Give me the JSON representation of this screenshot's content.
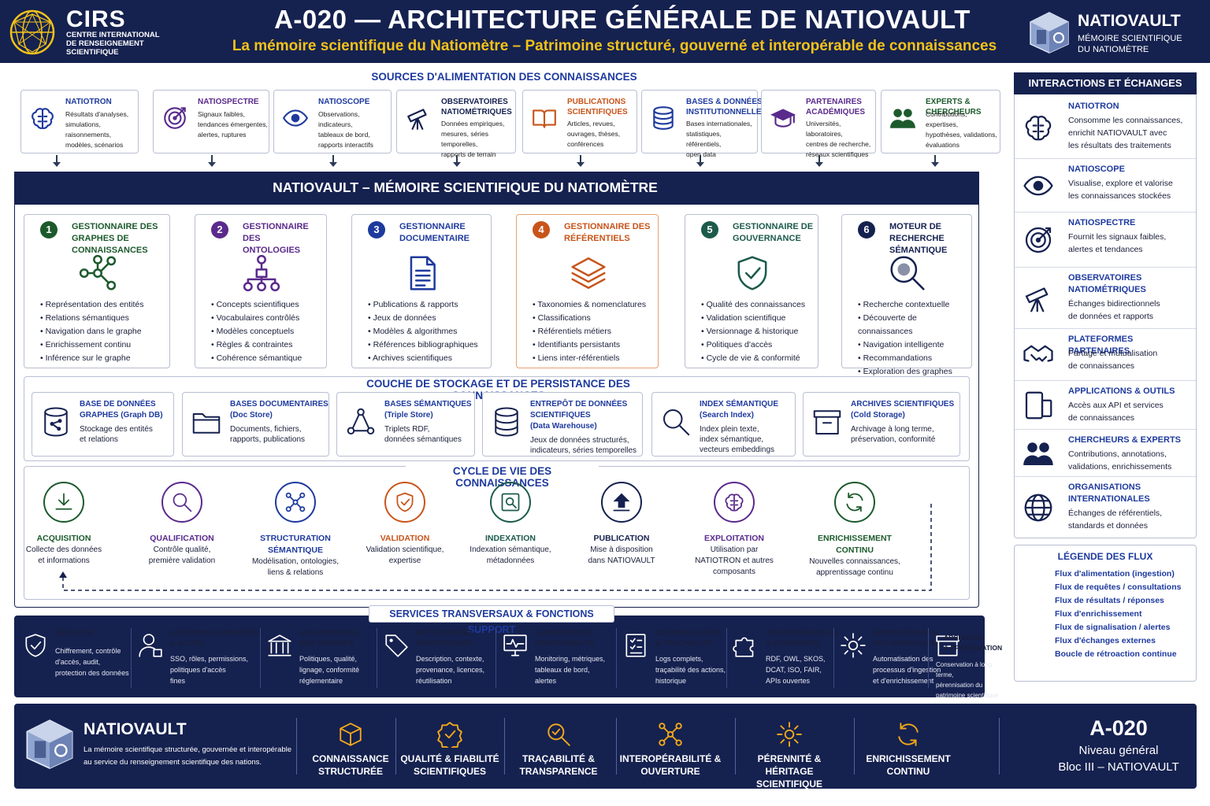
{
  "header": {
    "org_name": "CIRS",
    "org_subtitle_1": "CENTRE INTERNATIONAL",
    "org_subtitle_2": "DE RENSEIGNEMENT",
    "org_subtitle_3": "SCIENTIFIQUE",
    "title": "A-020 — ARCHITECTURE GÉNÉRALE DE NATIOVAULT",
    "subtitle": "La mémoire scientifique du Natiomètre – Patrimoine structuré, gouverné et interopérable de connaissances",
    "brand_name": "NATIOVAULT",
    "brand_sub_1": "MÉMOIRE SCIENTIFIQUE",
    "brand_sub_2": "DU NATIOMÈTRE"
  },
  "sources": {
    "title": "SOURCES D'ALIMENTATION DES CONNAISSANCES",
    "items": [
      {
        "title_1": "NATIOTRON",
        "title_2": "",
        "desc_1": "Résultats d'analyses,",
        "desc_2": "simulations, raisonnements,",
        "desc_3": "modèles, scénarios",
        "desc_4": "",
        "icon": "brain-icon"
      },
      {
        "title_1": "NATIOSPECTRE",
        "title_2": "",
        "desc_1": "Signaux faibles,",
        "desc_2": "tendances émergentes,",
        "desc_3": "alertes, ruptures",
        "desc_4": "",
        "icon": "target-icon"
      },
      {
        "title_1": "NATIOSCOPE",
        "title_2": "",
        "desc_1": "Observations, indicateurs,",
        "desc_2": "tableaux de bord,",
        "desc_3": "rapports interactifs",
        "desc_4": "",
        "icon": "eye-icon"
      },
      {
        "title_1": "OBSERVATOIRES",
        "title_2": "NATIOMÉTRIQUES",
        "desc_1": "Données empiriques,",
        "desc_2": "mesures, séries temporelles,",
        "desc_3": "rapports de terrain",
        "desc_4": "",
        "icon": "telescope-icon"
      },
      {
        "title_1": "PUBLICATIONS",
        "title_2": "SCIENTIFIQUES",
        "desc_1": "Articles, revues,",
        "desc_2": "ouvrages, thèses,",
        "desc_3": "conférences",
        "desc_4": "",
        "icon": "book-icon"
      },
      {
        "title_1": "BASES & DONNÉES",
        "title_2": "INSTITUTIONNELLES",
        "desc_1": "Bases internationales,",
        "desc_2": "statistiques, référentiels,",
        "desc_3": "open data",
        "desc_4": "",
        "icon": "database-icon"
      },
      {
        "title_1": "PARTENAIRES",
        "title_2": "ACADÉMIQUES",
        "desc_1": "Universités, laboratoires,",
        "desc_2": "centres de recherche,",
        "desc_3": "réseaux scientifiques",
        "desc_4": "",
        "icon": "graduation-cap-icon"
      },
      {
        "title_1": "EXPERTS & CHERCHEURS",
        "title_2": "",
        "desc_1": "Contributions, expertises,",
        "desc_2": "hypothèses, validations,",
        "desc_3": "évaluations",
        "desc_4": "",
        "icon": "people-icon"
      }
    ]
  },
  "core": {
    "title": "NATIOVAULT – MÉMOIRE SCIENTIFIQUE DU NATIOMÈTRE",
    "modules": [
      {
        "num": "1",
        "title_1": "GESTIONNAIRE DES",
        "title_2": "GRAPHES DE",
        "title_3": "CONNAISSANCES",
        "color": "#1c5a2c",
        "icon": "graph-network-icon",
        "bullets": [
          "Représentation des entités",
          "Relations sémantiques",
          "Navigation dans le graphe",
          "Enrichissement continu",
          "Inférence sur le graphe"
        ]
      },
      {
        "num": "2",
        "title_1": "GESTIONNAIRE DES",
        "title_2": "ONTOLOGIES",
        "title_3": "",
        "color": "#5a2a8c",
        "icon": "hierarchy-icon",
        "bullets": [
          "Concepts scientifiques",
          "Vocabulaires contrôlés",
          "Modèles conceptuels",
          "Règles & contraintes",
          "Cohérence sémantique"
        ]
      },
      {
        "num": "3",
        "title_1": "GESTIONNAIRE",
        "title_2": "DOCUMENTAIRE",
        "title_3": "",
        "color": "#1e3a9e",
        "icon": "document-icon",
        "bullets": [
          "Publications & rapports",
          "Jeux de données",
          "Modèles & algorithmes",
          "Références bibliographiques",
          "Archives scientifiques"
        ]
      },
      {
        "num": "4",
        "title_1": "GESTIONNAIRE DES",
        "title_2": "RÉFÉRENTIELS",
        "title_3": "",
        "color": "#c8541a",
        "icon": "layers-icon",
        "bullets": [
          "Taxonomies & nomenclatures",
          "Classifications",
          "Référentiels métiers",
          "Identifiants persistants",
          "Liens inter-référentiels"
        ]
      },
      {
        "num": "5",
        "title_1": "GESTIONNAIRE DE",
        "title_2": "GOUVERNANCE",
        "title_3": "",
        "color": "#1c5a4c",
        "icon": "shield-check-icon",
        "bullets": [
          "Qualité des connaissances",
          "Validation scientifique",
          "Versionnage & historique",
          "Politiques d'accès",
          "Cycle de vie & conformité"
        ]
      },
      {
        "num": "6",
        "title_1": "MOTEUR DE",
        "title_2": "RECHERCHE",
        "title_3": "SÉMANTIQUE",
        "color": "#15214f",
        "icon": "semantic-search-icon",
        "bullets": [
          "Recherche contextuelle",
          "Découverte de connaissances",
          "Navigation intelligente",
          "Recommandations",
          "Exploration des graphes"
        ]
      }
    ]
  },
  "storage": {
    "title": "COUCHE DE STOCKAGE ET DE PERSISTANCE DES CONNAISSANCES",
    "items": [
      {
        "title_1": "BASE DE DONNÉES",
        "title_2": "GRAPHES (Graph DB)",
        "title_3": "",
        "desc_1": "Stockage des entités",
        "desc_2": "et relations",
        "icon": "graph-db-icon"
      },
      {
        "title_1": "BASES DOCUMENTAIRES",
        "title_2": "(Doc Store)",
        "title_3": "",
        "desc_1": "Documents, fichiers,",
        "desc_2": "rapports, publications",
        "icon": "folder-icon"
      },
      {
        "title_1": "BASES SÉMANTIQUES",
        "title_2": "(Triple Store)",
        "title_3": "",
        "desc_1": "Triplets RDF,",
        "desc_2": "données sémantiques",
        "icon": "triple-store-icon"
      },
      {
        "title_1": "ENTREPÔT DE DONNÉES",
        "title_2": "SCIENTIFIQUES",
        "title_3": "(Data Warehouse)",
        "desc_1": "Jeux de données structurés,",
        "desc_2": "indicateurs, séries temporelles",
        "icon": "warehouse-icon"
      },
      {
        "title_1": "INDEX SÉMANTIQUE",
        "title_2": "(Search Index)",
        "title_3": "",
        "desc_1": "Index plein texte,",
        "desc_2": "index sémantique,",
        "desc_3": "vecteurs embeddings",
        "icon": "search-icon"
      },
      {
        "title_1": "ARCHIVES SCIENTIFIQUES",
        "title_2": "(Cold Storage)",
        "title_3": "",
        "desc_1": "Archivage à long terme,",
        "desc_2": "préservation, conformité",
        "icon": "archive-box-icon"
      }
    ]
  },
  "lifecycle": {
    "title": "CYCLE DE VIE DES CONNAISSANCES",
    "steps": [
      {
        "title_1": "ACQUISITION",
        "title_2": "",
        "desc_1": "Collecte des données",
        "desc_2": "et informations",
        "desc_3": "",
        "color": "#1c5a2c",
        "icon": "download-icon"
      },
      {
        "title_1": "QUALIFICATION",
        "title_2": "",
        "desc_1": "Contrôle qualité,",
        "desc_2": "première validation",
        "desc_3": "",
        "color": "#5a2a8c",
        "icon": "magnifier-icon"
      },
      {
        "title_1": "STRUCTURATION",
        "title_2": "SÉMANTIQUE",
        "desc_1": "Modélisation, ontologies,",
        "desc_2": "liens & relations",
        "desc_3": "",
        "color": "#1e3a9e",
        "icon": "network-icon"
      },
      {
        "title_1": "VALIDATION",
        "title_2": "",
        "desc_1": "Validation scientifique,",
        "desc_2": "expertise",
        "desc_3": "",
        "color": "#c8541a",
        "icon": "shield-check-icon"
      },
      {
        "title_1": "INDEXATION",
        "title_2": "",
        "desc_1": "Indexation sémantique,",
        "desc_2": "métadonnées",
        "desc_3": "",
        "color": "#1c5a4c",
        "icon": "index-icon"
      },
      {
        "title_1": "PUBLICATION",
        "title_2": "",
        "desc_1": "Mise à disposition",
        "desc_2": "dans NATIOVAULT",
        "desc_3": "",
        "color": "#15214f",
        "icon": "upload-icon"
      },
      {
        "title_1": "EXPLOITATION",
        "title_2": "",
        "desc_1": "Utilisation par",
        "desc_2": "NATIOTRON et autres",
        "desc_3": "composants",
        "color": "#5a2a8c",
        "icon": "brain-icon"
      },
      {
        "title_1": "ENRICHISSEMENT",
        "title_2": "CONTINU",
        "desc_1": "Nouvelles connaissances,",
        "desc_2": "apprentissage continu",
        "desc_3": "",
        "color": "#1c5a2c",
        "icon": "refresh-icon"
      }
    ]
  },
  "services": {
    "title": "SERVICES TRANSVERSAUX & FONCTIONS SUPPORT",
    "items": [
      {
        "title_1": "SÉCURITÉ",
        "title_2": "",
        "desc_1": "Chiffrement, contrôle",
        "desc_2": "d'accès, audit,",
        "desc_3": "protection des données",
        "icon": "shield-icon"
      },
      {
        "title_1": "GESTION DES IDENTITÉS",
        "title_2": "& ACCÈS",
        "desc_1": "SSO, rôles, permissions,",
        "desc_2": "politiques d'accès",
        "desc_3": "fines",
        "icon": "user-lock-icon"
      },
      {
        "title_1": "GOUVERNANCE",
        "title_2": "DES DONNÉES",
        "desc_1": "Politiques, qualité,",
        "desc_2": "lignage, conformité",
        "desc_3": "réglementaire",
        "icon": "institution-icon"
      },
      {
        "title_1": "MÉTADONNÉES",
        "title_2": "SCIENTIFIQUES",
        "desc_1": "Description, contexte,",
        "desc_2": "provenance, licences,",
        "desc_3": "réutilisation",
        "icon": "tag-icon"
      },
      {
        "title_1": "SUPERVISION &",
        "title_2": "OBSERVABILITÉ",
        "desc_1": "Monitoring, métriques,",
        "desc_2": "tableaux de bord,",
        "desc_3": "alertes",
        "icon": "monitor-icon"
      },
      {
        "title_1": "JOURNALISATION",
        "title_2": "& TRAÇABILITÉ",
        "desc_1": "Logs complets,",
        "desc_2": "traçabilité des actions,",
        "desc_3": "historique",
        "icon": "checklist-icon"
      },
      {
        "title_1": "INTEROPÉRABILITÉ",
        "title_2": "& STANDARDS",
        "desc_1": "RDF, OWL, SKOS,",
        "desc_2": "DCAT, ISO, FAIR,",
        "desc_3": "APIs ouvertes",
        "icon": "puzzle-icon"
      },
      {
        "title_1": "ORCHESTRATION",
        "title_2": "DES WORKFLOWS",
        "desc_1": "Automatisation des",
        "desc_2": "processus d'ingestion",
        "desc_3": "et d'enrichissement",
        "icon": "gear-icon"
      },
      {
        "title_1": "ARCHIVAGE",
        "title_2": "& PRÉSERVATION",
        "desc_1": "Conservation à long terme,",
        "desc_2": "pérennisation du",
        "desc_3": "patrimoine scientifique",
        "icon": "archive-icon"
      }
    ]
  },
  "interactions": {
    "title": "INTERACTIONS ET ÉCHANGES",
    "items": [
      {
        "title_1": "NATIOTRON",
        "title_2": "",
        "desc_1": "Consomme les connaissances,",
        "desc_2": "enrichit NATIOVAULT avec",
        "desc_3": "les résultats des traitements",
        "icon": "brain-icon"
      },
      {
        "title_1": "NATIOSCOPE",
        "title_2": "",
        "desc_1": "Visualise, explore et valorise",
        "desc_2": "les connaissances stockées",
        "desc_3": "",
        "icon": "eye-icon"
      },
      {
        "title_1": "NATIOSPECTRE",
        "title_2": "",
        "desc_1": "Fournit les signaux faibles,",
        "desc_2": "alertes et tendances",
        "desc_3": "",
        "icon": "target-icon"
      },
      {
        "title_1": "OBSERVATOIRES",
        "title_2": "NATIOMÉTRIQUES",
        "desc_1": "Échanges bidirectionnels",
        "desc_2": "de données et rapports",
        "desc_3": "",
        "icon": "telescope-icon"
      },
      {
        "title_1": "PLATEFORMES PARTENAIRES",
        "title_2": "",
        "desc_1": "Partage et mutualisation",
        "desc_2": "de connaissances",
        "desc_3": "",
        "icon": "handshake-icon"
      },
      {
        "title_1": "APPLICATIONS & OUTILS",
        "title_2": "",
        "desc_1": "Accès aux API et services",
        "desc_2": "de connaissances",
        "desc_3": "",
        "icon": "devices-icon"
      },
      {
        "title_1": "CHERCHEURS & EXPERTS",
        "title_2": "",
        "desc_1": "Contributions, annotations,",
        "desc_2": "validations, enrichissements",
        "desc_3": "",
        "icon": "people-icon"
      },
      {
        "title_1": "ORGANISATIONS",
        "title_2": "INTERNATIONALES",
        "desc_1": "Échanges de référentiels,",
        "desc_2": "standards et données",
        "desc_3": "",
        "icon": "globe-icon"
      }
    ]
  },
  "legend": {
    "title": "LÉGENDE DES FLUX",
    "items": [
      {
        "label": "Flux d'alimentation (ingestion)",
        "color": "#1c5a2c",
        "dashed": false
      },
      {
        "label": "Flux de requêtes / consultations",
        "color": "#15214f",
        "dashed": false
      },
      {
        "label": "Flux de résultats / réponses",
        "color": "#e07020",
        "dashed": false
      },
      {
        "label": "Flux d'enrichissement",
        "color": "#1c5a4c",
        "dashed": false
      },
      {
        "label": "Flux de signalisation / alertes",
        "color": "#5a2a8c",
        "dashed": false
      },
      {
        "label": "Flux d'échanges externes",
        "color": "#5a2a8c",
        "dashed": false
      },
      {
        "label": "Boucle de rétroaction continue",
        "color": "#15214f",
        "dashed": true
      }
    ]
  },
  "footer": {
    "brand": "NATIOVAULT",
    "desc_1": "La mémoire scientifique structurée, gouvernée et interopérable",
    "desc_2": "au service du renseignement scientifique des nations.",
    "pillars": [
      {
        "line_1": "CONNAISSANCE",
        "line_2": "STRUCTURÉE",
        "icon": "cube-icon"
      },
      {
        "line_1": "QUALITÉ & FIABILITÉ",
        "line_2": "SCIENTIFIQUES",
        "icon": "badge-check-icon"
      },
      {
        "line_1": "TRAÇABILITÉ &",
        "line_2": "TRANSPARENCE",
        "icon": "search-check-icon"
      },
      {
        "line_1": "INTEROPÉRABILITÉ &",
        "line_2": "OUVERTURE",
        "icon": "network-icon"
      },
      {
        "line_1": "PÉRENNITÉ &",
        "line_2": "HÉRITAGE SCIENTIFIQUE",
        "icon": "gear-icon"
      },
      {
        "line_1": "ENRICHISSEMENT",
        "line_2": "CONTINU",
        "icon": "refresh-icon"
      }
    ],
    "code": "A-020",
    "level": "Niveau général",
    "block": "Bloc III – NATIOVAULT"
  },
  "colors": {
    "navy": "#15214f",
    "accent_yellow": "#f2c21a",
    "blue": "#1e3a9e"
  }
}
